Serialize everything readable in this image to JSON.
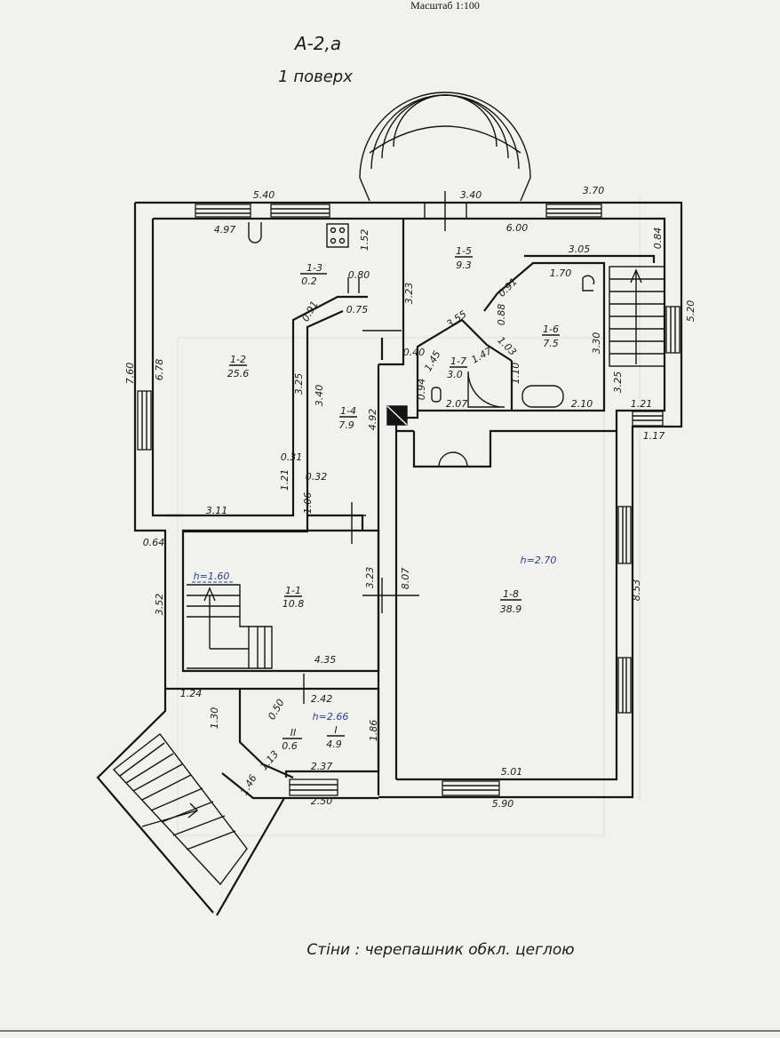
{
  "header": {
    "scale": "Масштаб 1:100"
  },
  "plan_title": {
    "code": "А-2,а",
    "floor": "1 поверх"
  },
  "footer_note": "Стіни : черепашник обкл. цеглою",
  "rooms": [
    {
      "id": "1-1",
      "area": "10.8"
    },
    {
      "id": "1-2",
      "area": "25.6"
    },
    {
      "id": "1-3",
      "area": "0.2"
    },
    {
      "id": "1-4",
      "area": "7.9"
    },
    {
      "id": "1-5",
      "area": "9.3"
    },
    {
      "id": "1-6",
      "area": "7.5"
    },
    {
      "id": "1-7",
      "area": "3.0"
    },
    {
      "id": "1-8",
      "area": "38.9"
    },
    {
      "id": "I",
      "area": "4.9"
    },
    {
      "id": "II",
      "area": "0.6"
    }
  ],
  "heights": {
    "h1": "h=1.60",
    "h2": "h=2.70",
    "h3": "h=2.66"
  },
  "dimensions": {
    "d_5_40": "5.40",
    "d_3_40": "3.40",
    "d_3_70": "3.70",
    "d_4_97": "4.97",
    "d_6_00": "6.00",
    "d_1_52": "1.52",
    "d_0_84": "0.84",
    "d_3_05": "3.05",
    "d_1_70": "1.70",
    "d_0_80": "0.80",
    "d_3_23a": "3.23",
    "d_0_75": "0.75",
    "d_0_91a": "0.91",
    "d_0_91b": "0.91",
    "d_3_55": "3.55",
    "d_0_88": "0.88",
    "d_5_20": "5.20",
    "d_7_60": "7.60",
    "d_6_78": "6.78",
    "d_1_03": "1.03",
    "d_3_30": "3.30",
    "d_0_40": "0.40",
    "d_1_45": "1.45",
    "d_1_47": "1.47",
    "d_1_10": "1.10",
    "d_3_25a": "3.25",
    "d_3_40b": "3.40",
    "d_0_94": "0.94",
    "d_2_07": "2.07",
    "d_2_10": "2.10",
    "d_3_25b": "3.25",
    "d_4_92": "4.92",
    "d_1_21a": "1.21",
    "d_1_17": "1.17",
    "d_0_31": "0.31",
    "d_1_21b": "1.21",
    "d_0_32": "0.32",
    "d_1_06": "1.06",
    "d_3_11": "3.11",
    "d_0_64": "0.64",
    "d_3_23b": "3.23",
    "d_8_07": "8.07",
    "d_8_53": "8.53",
    "d_3_52": "3.52",
    "d_4_35": "4.35",
    "d_1_24": "1.24",
    "d_2_42": "2.42",
    "d_1_30": "1.30",
    "d_0_50": "0.50",
    "d_1_86": "1.86",
    "d_1_13": "1.13",
    "d_2_37": "2.37",
    "d_1_46": "1.46",
    "d_5_01": "5.01",
    "d_2_50": "2.50",
    "d_5_90": "5.90"
  }
}
